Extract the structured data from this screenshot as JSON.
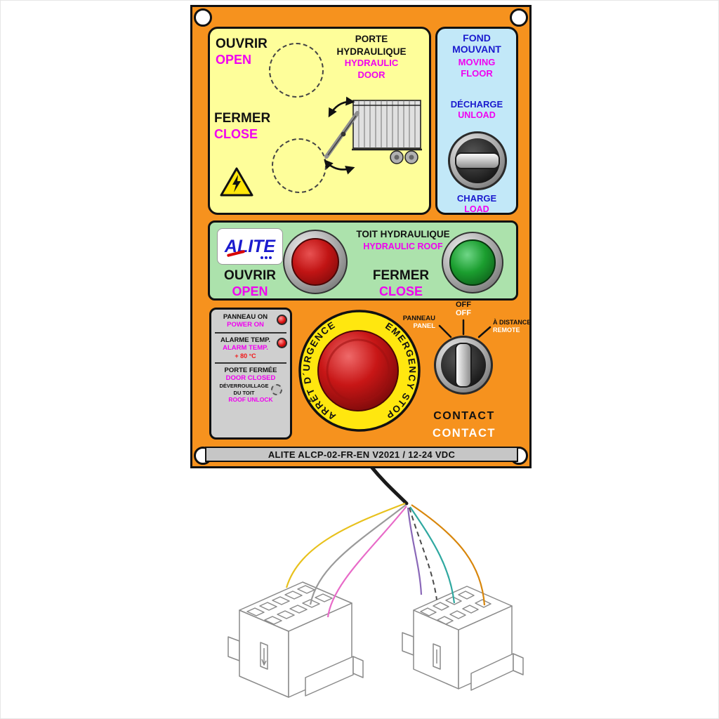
{
  "colors": {
    "panel_orange": "#F6921E",
    "section_yellow": "#FEFE9A",
    "section_blue": "#C2E8F8",
    "section_green": "#ACE2AC",
    "magenta": "#F000F0",
    "blue_text": "#1A1ACE",
    "estop_yellow": "#FFE70F",
    "red_button": "#C11414",
    "green_button": "#1B9E2F"
  },
  "door_section": {
    "open_fr": "OUVRIR",
    "open_en": "OPEN",
    "close_fr": "FERMER",
    "close_en": "CLOSE",
    "title_fr_1": "PORTE",
    "title_fr_2": "HYDRAULIQUE",
    "title_en_1": "HYDRAULIC",
    "title_en_2": "DOOR"
  },
  "floor_section": {
    "title_fr_1": "FOND",
    "title_fr_2": "MOUVANT",
    "title_en_1": "MOVING",
    "title_en_2": "FLOOR",
    "unload_fr": "DÉCHARGE",
    "unload_en": "UNLOAD",
    "load_fr": "CHARGE",
    "load_en": "LOAD"
  },
  "roof_section": {
    "logo_text": "ALITE",
    "title_fr": "TOIT HYDRAULIQUE",
    "title_en": "HYDRAULIC ROOF",
    "open_fr": "OUVRIR",
    "open_en": "OPEN",
    "close_fr": "FERMER",
    "close_en": "CLOSE"
  },
  "status_panel": {
    "power_fr": "PANNEAU ON",
    "power_en": "POWER ON",
    "alarm_fr": "ALARME TEMP.",
    "alarm_en": "ALARM TEMP.",
    "alarm_value": "+ 80 °C",
    "door_fr": "PORTE FERMÉE",
    "door_en": "DOOR CLOSED",
    "unlock_fr_1": "DÉVERROUILLAGE",
    "unlock_fr_2": "DU TOIT",
    "unlock_en": "ROOF UNLOCK"
  },
  "estop": {
    "label_fr": "ARRÊT D´URGENCE",
    "label_en": "EMERGENCY STOP"
  },
  "selector": {
    "panel_fr": "PANNEAU",
    "panel_en": "PANEL",
    "off_fr": "OFF",
    "off_en": "OFF",
    "remote_fr": "À DISTANCE",
    "remote_en": "REMOTE",
    "contact_fr": "CONTACT",
    "contact_en": "CONTACT"
  },
  "footer": {
    "label": "ALITE ALCP-02-FR-EN V2021 / 12-24 VDC"
  },
  "wires": {
    "colors": [
      "#E8C11C",
      "#9A9A9A",
      "#E86AC8",
      "#8A68B8",
      "#4A4A4A",
      "#2FA8A0",
      "#D8860B"
    ]
  }
}
